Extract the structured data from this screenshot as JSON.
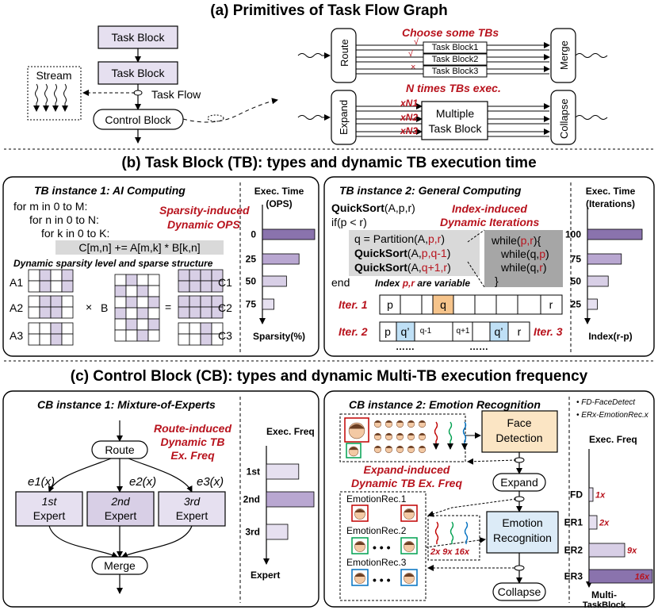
{
  "section_a": {
    "title": "(a) Primitives of Task Flow Graph",
    "task_block_1": "Task Block",
    "task_block_2": "Task Block",
    "stream": "Stream",
    "task_flow": "Task Flow",
    "control_block": "Control Block",
    "route": "Route",
    "merge": "Merge",
    "choose_note": "Choose some TBs",
    "tb1": "Task Block1",
    "tb2": "Task Block2",
    "tb3": "Task Block3",
    "check1": "√",
    "check2": "√",
    "cross": "×",
    "n_times_note": "N times TBs exec.",
    "expand": "Expand",
    "collapse": "Collapse",
    "xn1": "xN1",
    "xn2": "xN2",
    "xn3": "xN3",
    "multi_line1": "Multiple",
    "multi_line2": "Task Block"
  },
  "section_b": {
    "title": "(b) Task Block (TB): types and dynamic TB execution time",
    "inst1_title": "TB instance 1: AI Computing",
    "loop1": "for m in 0 to M:",
    "loop2": "for n in 0 to N:",
    "loop3": "for k in 0 to K:",
    "formula": "C[m,n] += A[m,k] * B[k,n]",
    "sparsity_note_1": "Sparsity-induced",
    "sparsity_note_2": "Dynamic OPS",
    "dyn_sparsity_label": "Dynamic sparsity level and sparse structure",
    "a1": "A1",
    "a2": "A2",
    "a3": "A3",
    "times": "×",
    "bmat": "B",
    "equals": "=",
    "c1": "C1",
    "c2": "C2",
    "c3": "C3",
    "chart1": {
      "title_1": "Exec. Time",
      "title_2": "(OPS)",
      "xlabel": "Sparsity(%)",
      "categories": [
        "0",
        "25",
        "50",
        "75"
      ],
      "values": [
        100,
        70,
        46,
        22
      ]
    },
    "inst2_title": "TB instance 2: General Computing",
    "qs_sig_fn": "QuickSort",
    "qs_sig_args": "(A,p,r)",
    "if_line": "if(p < r)",
    "q_part": "q = Partition(A,",
    "q_part_red": "p,r",
    "q_part_end": ")",
    "qs1_fn": "QuickSort",
    "qs1_a": "(A,",
    "qs1_red": "p,q-1",
    "qs1_end": ")",
    "qs2_fn": "QuickSort",
    "qs2_a": "(A,",
    "qs2_red": "q+1,r",
    "qs2_end": ")",
    "end_kw": "end",
    "index_note_1": "Index-induced",
    "index_note_2": "Dynamic Iterations",
    "while1_a": "while(",
    "while1_red": "p,r",
    "while1_b": "){",
    "while2_a": "while(q,",
    "while2_red": "p",
    "while2_b": ")",
    "while3_a": "while(q,",
    "while3_red": "r",
    "while3_b": ")",
    "close_brace": "}",
    "index_var_1": "Index ",
    "index_var_red": "p,r",
    "index_var_2": " are variable",
    "iter1": "Iter. 1",
    "iter2": "Iter. 2",
    "iter3": "Iter. 3",
    "cell_p": "p",
    "cell_q": "q",
    "cell_r": "r",
    "cell_qprime": "q’",
    "cell_qm1": "q-1",
    "cell_qp1": "q+1",
    "dots": "……",
    "chart2": {
      "title_1": "Exec. Time",
      "title_2": "(Iterations)",
      "xlabel": "Index(r-p)",
      "categories": [
        "100",
        "75",
        "50",
        "25"
      ],
      "values": [
        100,
        62,
        38,
        18
      ]
    }
  },
  "section_c": {
    "title": "(c) Control Block (CB): types and dynamic Multi-TB execution frequency",
    "inst1_title": "CB instance 1: Mixture-of-Experts",
    "route": "Route",
    "route_note_1": "Route-induced",
    "route_note_2": "Dynamic TB",
    "route_note_3": "Ex. Freq",
    "e1": "e1(x)",
    "e2": "e2(x)",
    "e3": "e3(x)",
    "exp1_a": "1st",
    "exp1_b": "Expert",
    "exp2_a": "2nd",
    "exp2_b": "Expert",
    "exp3_a": "3rd",
    "exp3_b": "Expert",
    "merge": "Merge",
    "chart3": {
      "title": "Exec. Freq",
      "xlabel": "Expert",
      "categories": [
        "1st",
        "2nd",
        "3rd"
      ],
      "values": [
        68,
        100,
        45
      ]
    },
    "inst2_title": "CB instance 2: Emotion Recognition",
    "legend_fd": "FD-FaceDetect",
    "legend_er": "ERx-EmotionRec.x",
    "face_det_1": "Face",
    "face_det_2": "Detection",
    "expand": "Expand",
    "expand_note_1": "Expand-induced",
    "expand_note_2": "Dynamic TB Ex. Freq",
    "er1": "EmotionRec.1",
    "er2": "EmotionRec.2",
    "er3": "EmotionRec.3",
    "freq_labels": "2x 9x 16x",
    "emo_rec_1": "Emotion",
    "emo_rec_2": "Recognition",
    "collapse": "Collapse",
    "chart4": {
      "title": "Exec. Freq",
      "xlabel_1": "Multi-",
      "xlabel_2": "TaskBlock",
      "categories": [
        "FD",
        "ER1",
        "ER2",
        "ER3"
      ],
      "value_labels": [
        "1x",
        "2x",
        "9x",
        "16x"
      ],
      "values": [
        1,
        2,
        9,
        16
      ]
    }
  },
  "colors": {
    "lavender": "#e6e0f0",
    "light_purple": "#d8cfe6",
    "mid_purple": "#b9a7d1",
    "dark_purple": "#8a73ad",
    "code_gray": "#d9d9d9",
    "dark_gray": "#a6a6a6",
    "accent_red": "#b8131d",
    "face_det": "#fbe5c4",
    "emo_rec": "#dcebf7",
    "cell_orange": "#f6c48b",
    "cell_blue": "#bfe0f6"
  }
}
